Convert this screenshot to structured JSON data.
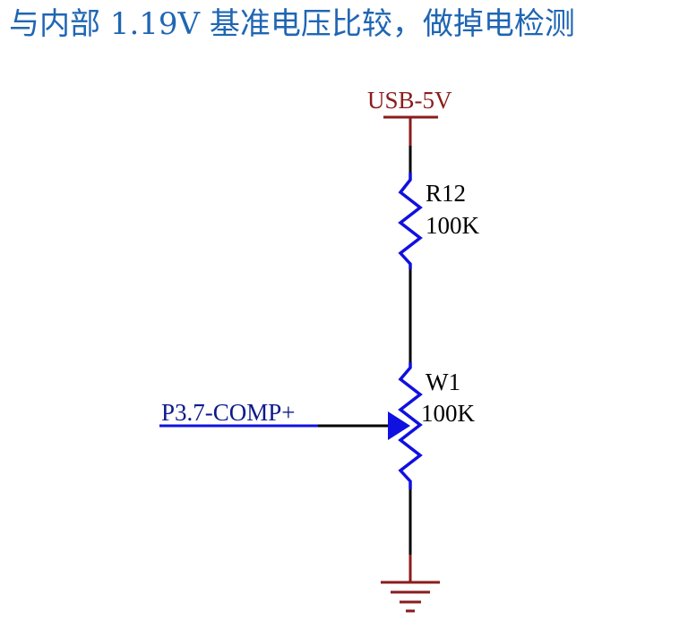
{
  "title": "与内部 1.19V 基准电压比较，做掉电检测",
  "power": {
    "label": "USB-5V"
  },
  "resistor": {
    "designator": "R12",
    "value": "100K"
  },
  "potentiometer": {
    "designator": "W1",
    "value": "100K"
  },
  "net": {
    "label": "P3.7-COMP+"
  },
  "colors": {
    "title": "#1f66b3",
    "wire": "#000000",
    "component": "#1010e0",
    "power_net": "#8a1c1c",
    "net_label": "#0d1a8c"
  }
}
